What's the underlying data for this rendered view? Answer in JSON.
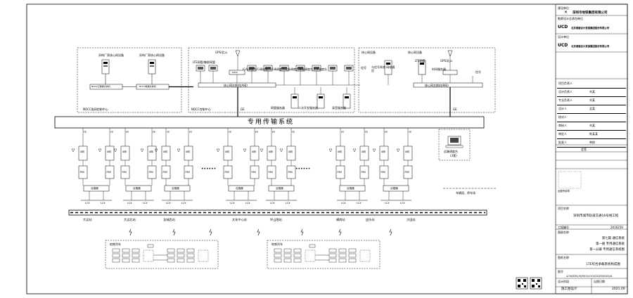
{
  "diagram": {
    "left_group": {
      "label": "NOCC既网控制中心",
      "vendor_a": "异构厂家核心网设备",
      "vendor_b": "异构厂家核心网设备",
      "sw_a": "NOCC云数据交换机",
      "sw_b": "NOCC数据交换机"
    },
    "occ_group": {
      "label": "NOCC控制中心",
      "gps": "GPS/北斗",
      "lte_mgmt": "LTE网管/集群网管",
      "stations": [
        "行车调度台",
        "行调调度台",
        "环调调度台",
        "设备调度台",
        "乘客调度台",
        "主任调度台"
      ],
      "mstc": "MSTC",
      "switch": "核心网交换机(A网)",
      "record": "网管服务器",
      "dispatch_server": "二次开发服务器",
      "record_server": "录音服务器",
      "ge": "GE",
      "signal_a": "信号",
      "signal_b": "与信号系统\n网络通信"
    },
    "core_group": {
      "label": "核心网设备",
      "lte_core": "LTE网管",
      "gps": "GPS/北斗",
      "switch_b": "核心网交换机(B网)",
      "fire": "时间服务器",
      "signal": "信号",
      "ge": "GE"
    },
    "transport_label": "专用传输系统",
    "fe_label": "FE",
    "bbu_a": "A网",
    "bbu_b": "B网",
    "rru": "RRU",
    "combiner": "合路器",
    "lcx": "LCX",
    "dots": "••••••",
    "remote_terminal": "远端调度台",
    "remote_terminal_sub": "(3套)",
    "depot_label": "车辆段、停车场",
    "stations": [
      "大运站",
      "大运北站",
      "龙城西站",
      "文化中心站",
      "坪山围站",
      "横岗站",
      "田头站",
      "沙田站"
    ],
    "train_a_label": "地铁列车",
    "train_b_label": "地铁列车"
  },
  "title_block": {
    "company_label": "建设单位",
    "company_name": "深圳市地铁集团有限公司",
    "design_label": "勘察设计总承包单位",
    "design_company": "北京城建设计发展集团股份有限公司",
    "design_label_2": "设计单位",
    "design_company_2": "北京城建设计发展集团股份有限公司",
    "logo_text": "UCD",
    "sign_rows": [
      {
        "role": "项目负责人",
        "name": ""
      },
      {
        "role": "设计负责人",
        "name": "刘某"
      },
      {
        "role": "专业负责人",
        "name": "刘某"
      },
      {
        "role": "设计人",
        "name": "吴某"
      },
      {
        "role": "校对人",
        "name": ""
      },
      {
        "role": "审核人",
        "name": "刘某"
      },
      {
        "role": "审定人",
        "name": "陈某某"
      },
      {
        "role": "批准人",
        "name": "审核"
      }
    ],
    "seal_label": "会签",
    "stamp_label": "出图专用章",
    "project_label": "项目名称",
    "project_name": "深圳市城市轨道交通16号线工程",
    "contract_label": "工程编号",
    "contract_no": "2016259",
    "part_label": "图册名称",
    "part_lines": [
      "第七篇 通信系统",
      "第一册 专用通信系统",
      "第一分册 专用通信系统图"
    ],
    "drawing_label": "图纸名称",
    "drawing_name": "LTE综合承载系统构成图",
    "drawing_no_label": "图号",
    "drawing_no": "4/16/D01/S/S01/LOO/GZ/000003/A",
    "phase_label": "设计阶段",
    "phase": "施工图设计",
    "date_label": "出图日期",
    "date": "2021.09"
  },
  "colors": {
    "line": "#000000",
    "dash": "#000000",
    "paper": "#ffffff"
  }
}
